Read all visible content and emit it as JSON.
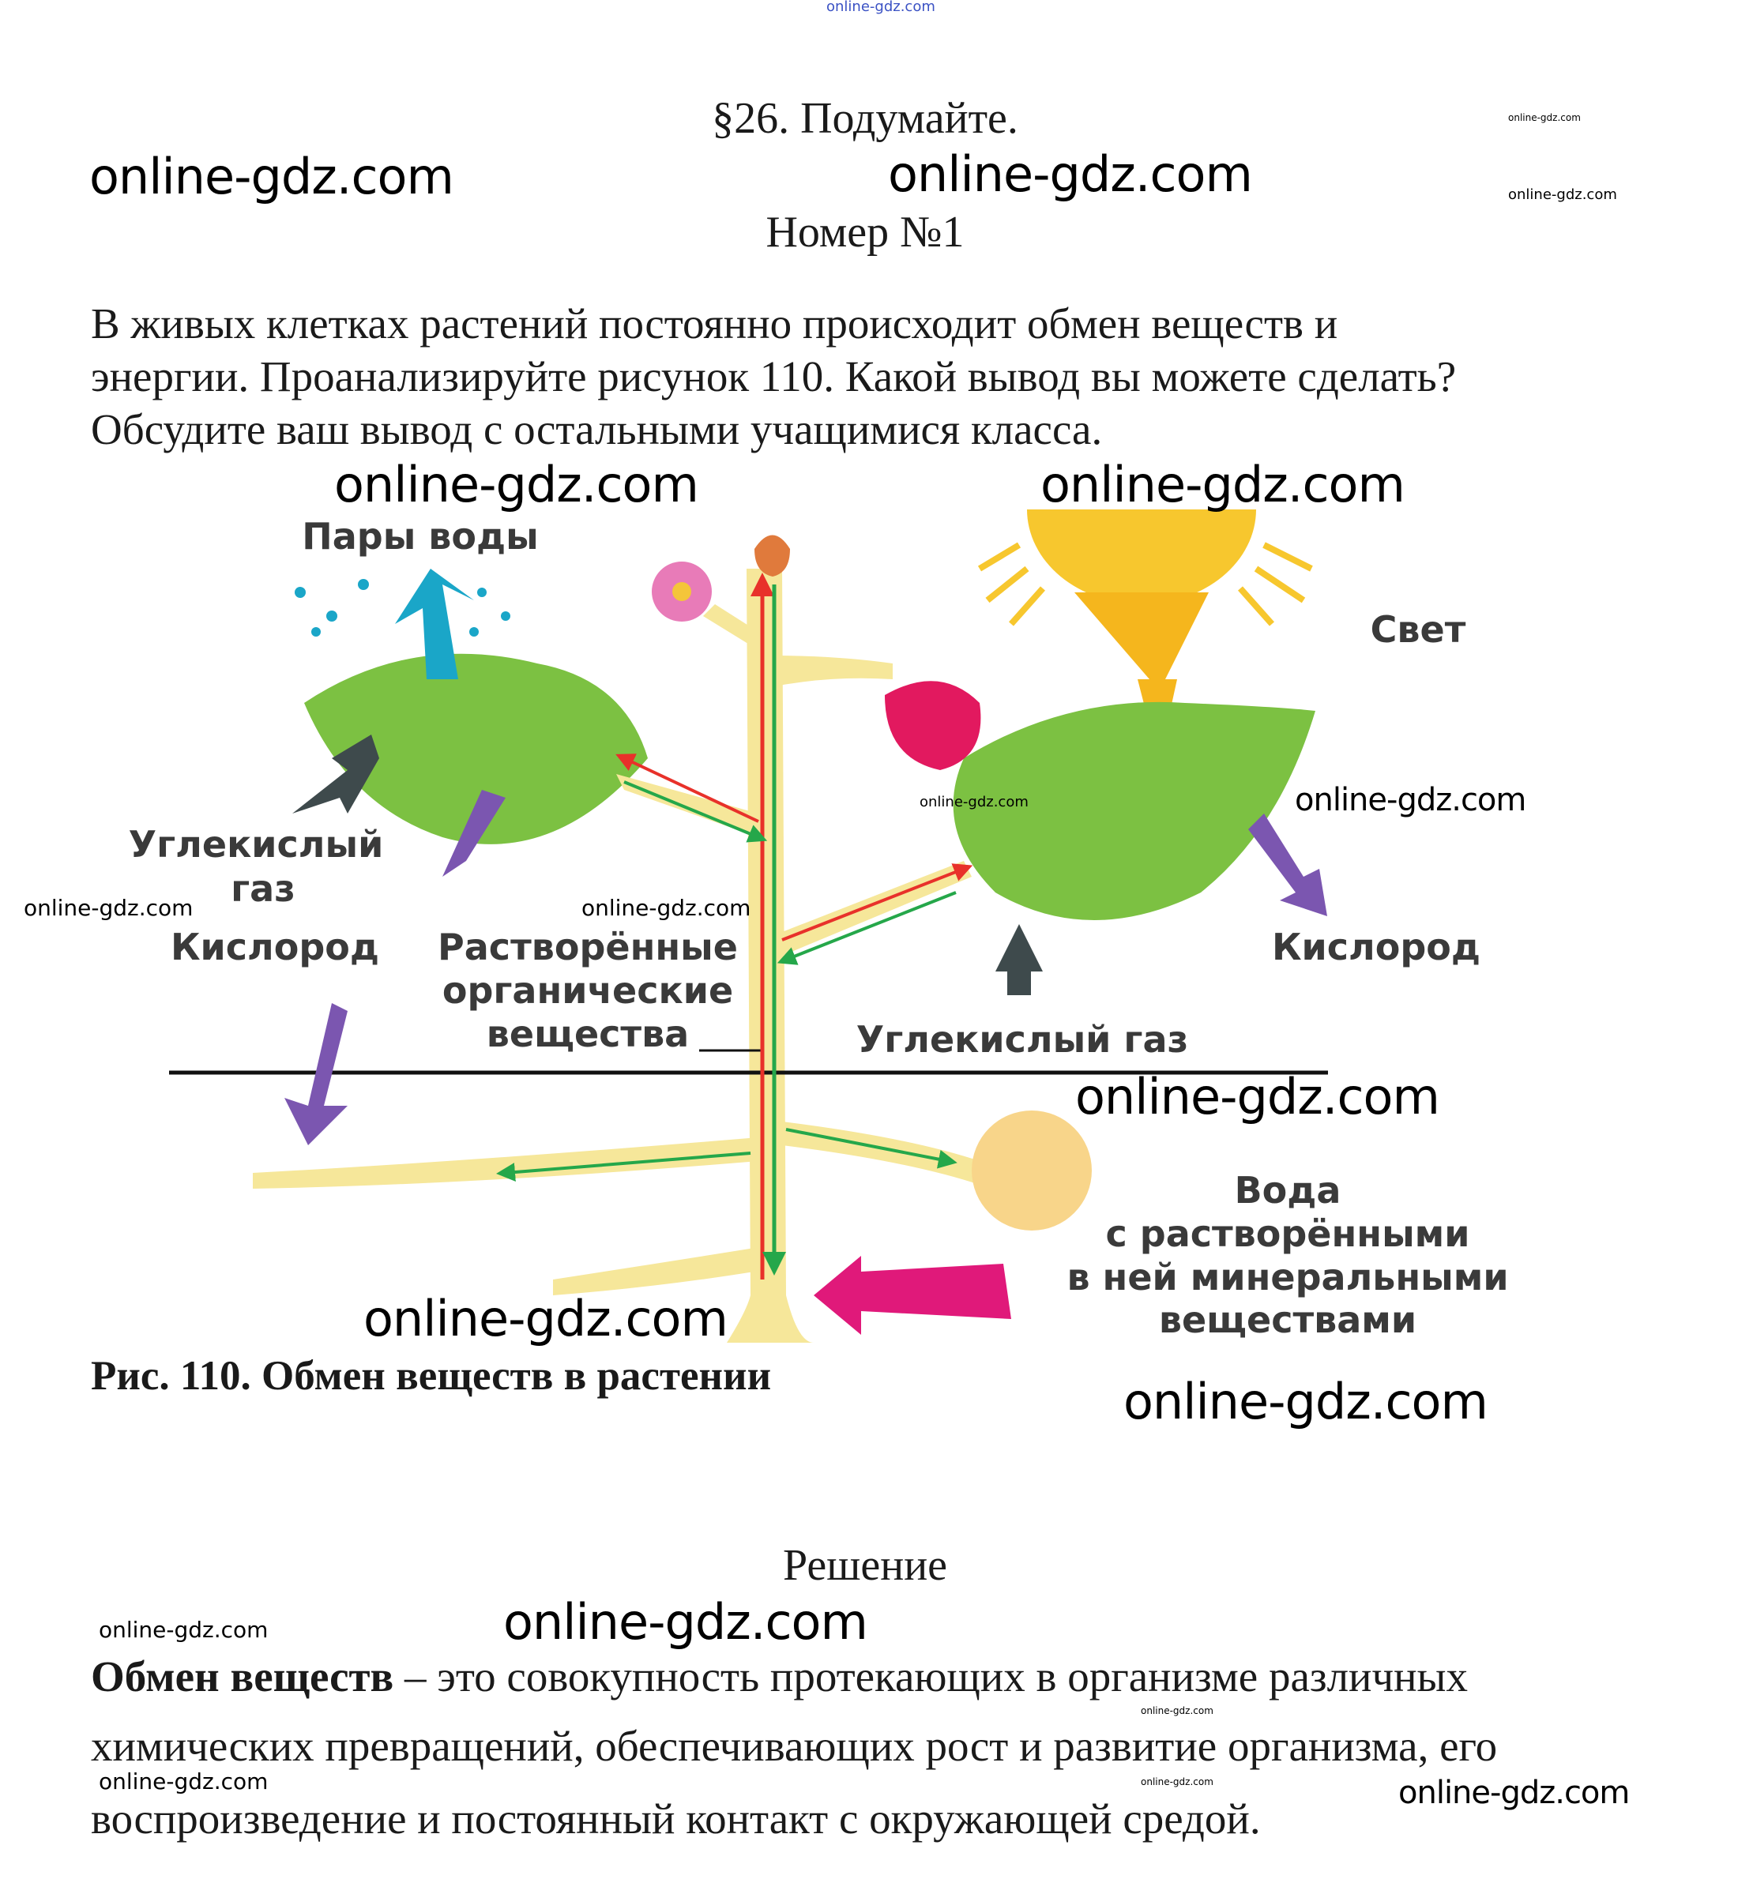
{
  "header": {
    "section_title": "§26. Подумайте.",
    "task_number": "Номер №1"
  },
  "question": {
    "lines": [
      "В живых клетках растений постоянно происходит обмен веществ и",
      "энергии. Проанализируйте рисунок 110. Какой вывод вы можете сделать?",
      "Обсудите ваш вывод с остальными учащимися класса."
    ]
  },
  "figure": {
    "labels": {
      "water_vapor": "Пары воды",
      "light": "Свет",
      "co2_left_1": "Углекислый",
      "co2_left_2": "газ",
      "oxygen_left": "Кислород",
      "organic_1": "Растворённые",
      "organic_2": "органические",
      "organic_3": "вещества",
      "oxygen_right": "Кислород",
      "co2_bottom": "Углекислый газ",
      "water_1": "Вода",
      "water_2": "с растворёнными",
      "water_3": "в ней минеральными",
      "water_4": "веществами"
    },
    "caption": "Рис. 110. Обмен веществ в растении",
    "colors": {
      "leaf": "#7cc142",
      "stem": "#f6e79a",
      "sun": "#f7c72e",
      "water_arrow": "#1aa6c8",
      "oxygen_arrow": "#7b56b0",
      "mineral_arrow": "#e0197a",
      "red_flow": "#e8312a",
      "green_flow": "#25a74a"
    }
  },
  "solution": {
    "heading": "Решение",
    "term": "Обмен веществ",
    "line1_rest": " – это совокупность протекающих в организме различных",
    "line2": "химических превращений, обеспечивающих рост и развитие организма, его",
    "line3": "воспроизведение и постоянный контакт с окружающей средой."
  },
  "watermark": "online-gdz.com"
}
